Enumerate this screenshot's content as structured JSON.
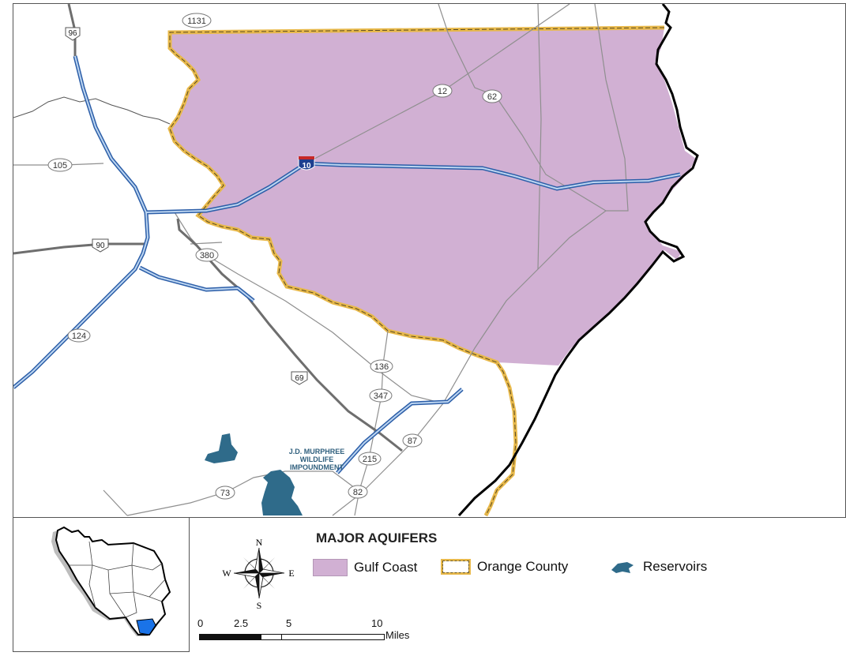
{
  "colors": {
    "gulf_coast_fill": "#d1b0d3",
    "orange_county_border": "#e8b94b",
    "reservoir": "#2f6b8a",
    "highway_blue": "#5c8ed4",
    "road_gray": "#8a8a8a",
    "boundary_black": "#000000"
  },
  "map": {
    "route_labels": {
      "r1131": "1131",
      "r96": "96",
      "r12": "12",
      "r62": "62",
      "r105": "105",
      "i10": "10",
      "r90": "90",
      "r380": "380",
      "r124": "124",
      "r136": "136",
      "r69": "69",
      "r347": "347",
      "r87": "87",
      "r215": "215",
      "r73": "73",
      "r82": "82"
    },
    "impoundment_label": [
      "J.D. MURPHREE",
      "WILDLIFE",
      "IMPOUNDMENT"
    ]
  },
  "legend": {
    "title": "MAJOR AQUIFERS",
    "gulf_coast": "Gulf Coast",
    "orange_county": "Orange County",
    "reservoirs": "Reservoirs",
    "compass": {
      "n": "N",
      "s": "S",
      "e": "E",
      "w": "W"
    },
    "scale": {
      "ticks": [
        "0",
        "2.5",
        "5",
        "10"
      ],
      "unit": "Miles"
    }
  }
}
